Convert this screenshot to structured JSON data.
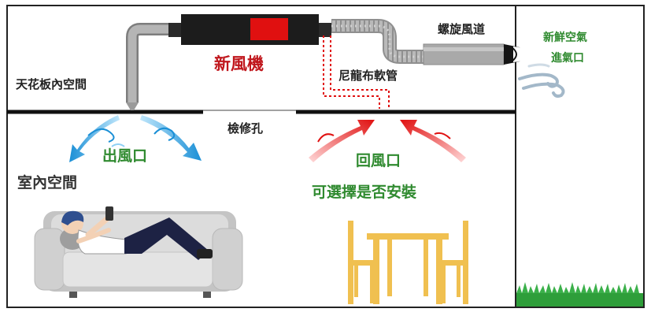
{
  "labels": {
    "ceiling_space": "天花板內空間",
    "fan_unit": "新風機",
    "nylon_duct": "尼龍布軟管",
    "spiral_duct": "螺旋風道",
    "fresh_air_inlet_line1": "新鮮空氣",
    "fresh_air_inlet_line2": "進氣口",
    "access_hole": "檢修孔",
    "outlet": "出風口",
    "indoor_space": "室內空間",
    "return_air": "回風口",
    "optional_install": "可選擇是否安裝"
  },
  "colors": {
    "fan_body": "#1c1c1c",
    "fan_panel": "#e01010",
    "fan_label": "#c0161c",
    "green_label": "#2f8a2f",
    "blue_arrow": "#1a8fd6",
    "red_arrow": "#e01010",
    "duct_gray": "#a9a9a9",
    "table_wood": "#f0c050",
    "sofa": "#d4d4d4",
    "grass": "#2e9e3a"
  }
}
